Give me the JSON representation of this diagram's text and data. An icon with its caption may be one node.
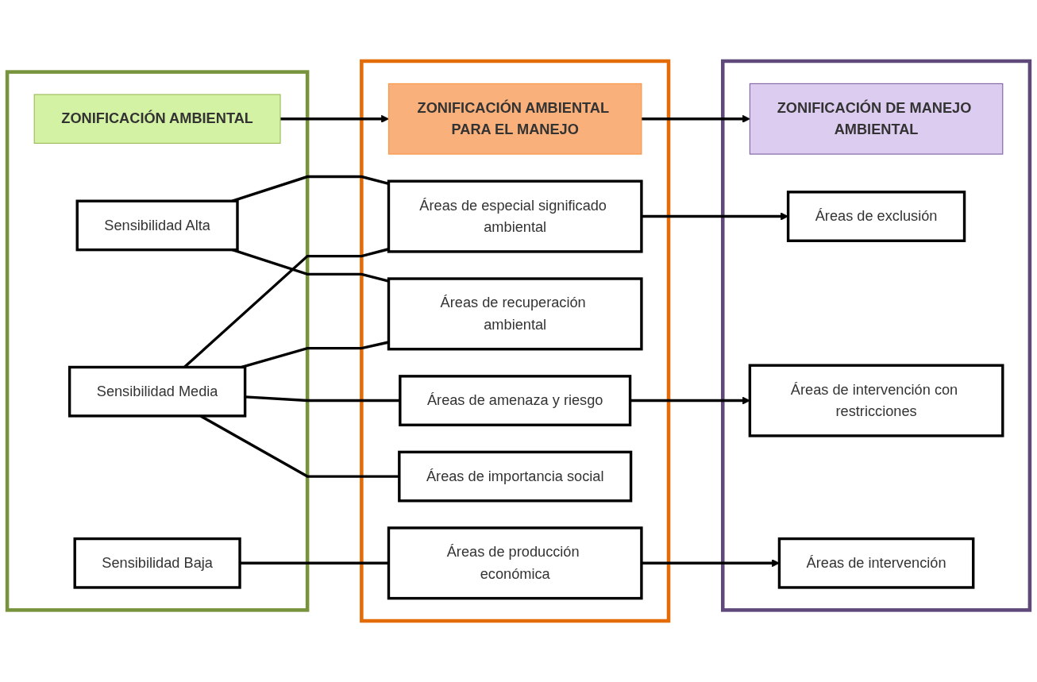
{
  "diagram": {
    "nodes": [
      {
        "text": [],
        "shape": "box"
      },
      {
        "text": [
          "ZONIFICACIÓN AMBIENTAL"
        ],
        "in": 0
      },
      {
        "text": [
          "Sensibilidad Alta"
        ],
        "in": 0
      },
      {
        "text": [
          "Sensibilidad Media"
        ],
        "in": 0
      },
      {
        "text": [
          "Sensibilidad Baja"
        ],
        "in": 0
      },
      {
        "text": [],
        "shape": "box"
      },
      {
        "text": [
          "ZONIFICACIÓN AMBIENTAL PARA EL MANEJO"
        ],
        "in": 5
      },
      {
        "text": [
          "Áreas de especial significado ambiental"
        ],
        "in": 5
      },
      {
        "text": [
          "Áreas de recuperación ambiental"
        ],
        "in": 5
      },
      {
        "text": [
          "Áreas de amenaza y riesgo"
        ],
        "in": 5
      },
      {
        "text": [
          "Áreas de importancia social"
        ],
        "in": 5
      },
      {
        "text": [
          "Áreas de producción económica"
        ],
        "in": 5
      },
      {
        "text": [],
        "shape": "box"
      },
      {
        "text": [
          "ZONIFICACIÓN DE MANEJO AMBIENTAL"
        ],
        "in": 12
      },
      {
        "text": [
          "Áreas de exclusión"
        ],
        "in": 12
      },
      {
        "text": [
          "Áreas de intervención con restricciones"
        ],
        "in": 12
      },
      {
        "text": [
          "Áreas de intervención"
        ],
        "in": 12
      }
    ],
    "edges": [
      {
        "from": 1,
        "to": 6,
        "arrow": "to"
      },
      {
        "from": 6,
        "to": 13,
        "arrow": "to"
      },
      {
        "from": 2,
        "to": 7,
        "arrow": "none"
      },
      {
        "from": 2,
        "to": 8,
        "arrow": "none"
      },
      {
        "from": 3,
        "to": 7,
        "arrow": "none"
      },
      {
        "from": 3,
        "to": 8,
        "arrow": "none"
      },
      {
        "from": 3,
        "to": 9,
        "arrow": "none"
      },
      {
        "from": 3,
        "to": 10,
        "arrow": "none"
      },
      {
        "from": 4,
        "to": 11,
        "arrow": "none"
      },
      {
        "from": 7,
        "to": 14,
        "arrow": "to"
      },
      {
        "from": 9,
        "to": 15,
        "arrow": "to"
      },
      {
        "from": 11,
        "to": 16,
        "arrow": "to"
      }
    ]
  }
}
